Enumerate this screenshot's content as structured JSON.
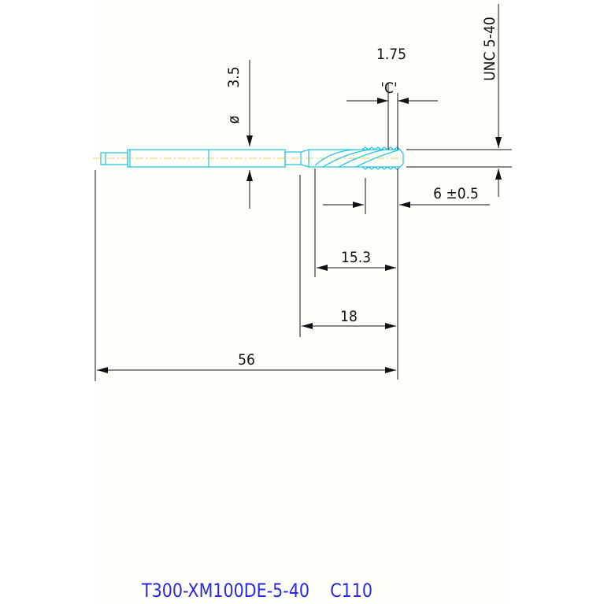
{
  "drawing": {
    "dims": {
      "diameter_symbol": "ø",
      "diameter_value": "3.5",
      "pitch_value": "1.75",
      "pitch_ref": "'C'",
      "thread_spec": "UNC 5-40",
      "thread_length": "6 ±0.5",
      "length_a": "15.3",
      "length_b": "18",
      "overall_length": "56"
    },
    "part_code": "T300-XM100DE-5-40",
    "version_code": "C110"
  },
  "colors": {
    "tool_outline": "#22c4dc",
    "tool_axis": "#e6d25a",
    "dim_line": "#111111",
    "code_text": "#2a2adf",
    "sheet": "#fefefb"
  }
}
